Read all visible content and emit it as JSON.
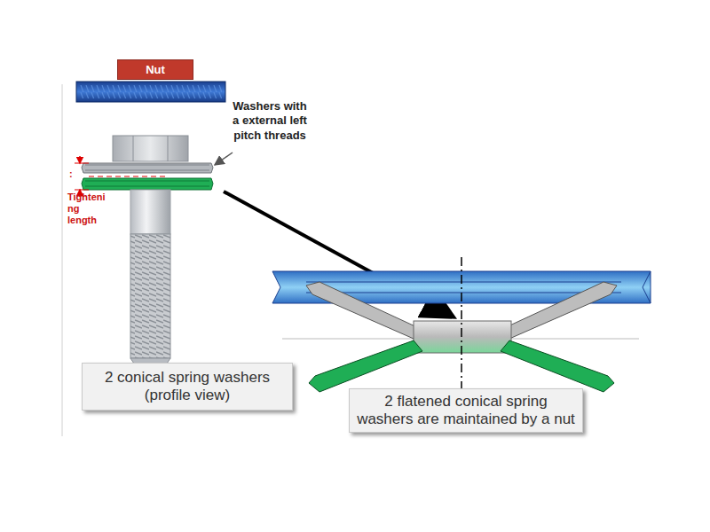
{
  "diagram": {
    "nodes": [
      {
        "text": [
          "Nut"
        ]
      },
      {
        "text": [
          "2 conical spring washers (profile view)"
        ]
      },
      {
        "text": [
          "2 flatened conical spring washers are maintained by a nut"
        ]
      }
    ],
    "labels": [
      "Washers with a external left pitch threads",
      "Tighteni ng length",
      ":"
    ]
  }
}
